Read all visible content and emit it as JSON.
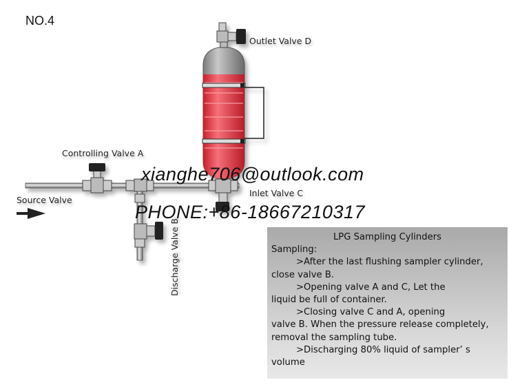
{
  "title": "NO.4",
  "labels": {
    "outlet_valve": "Outlet Valve D",
    "controlling_valve": "Controlling Valve A",
    "source_valve": "Source Valve",
    "inlet_valve": "Inlet Valve C",
    "discharge_valve": "Discharge Valve B"
  },
  "watermark": {
    "email": "xianghe706@outlook.com",
    "phone": "PHONE:+86-18667210317"
  },
  "note": {
    "title": "LPG Sampling Cylinders",
    "heading": "Sampling:",
    "step1a": ">After the last flushing sampler cylinder,",
    "step1b": "close valve B.",
    "step2a": ">Opening valve A and C, Let the",
    "step2b": "liquid be full of container.",
    "step3a": ">Closing valve C and A, opening",
    "step3b": "valve B. When the pressure release completely,",
    "step3c": "removal the sampling tube.",
    "step4a": ">Discharging 80% liquid of sampler’ s",
    "step4b": "volume"
  },
  "colors": {
    "cylinder_red": "#e8323f",
    "cylinder_grey": "#9a9a9a",
    "pipe": "#bdbdbd",
    "handle": "#222222",
    "note_bg": "#c4c4c4"
  }
}
